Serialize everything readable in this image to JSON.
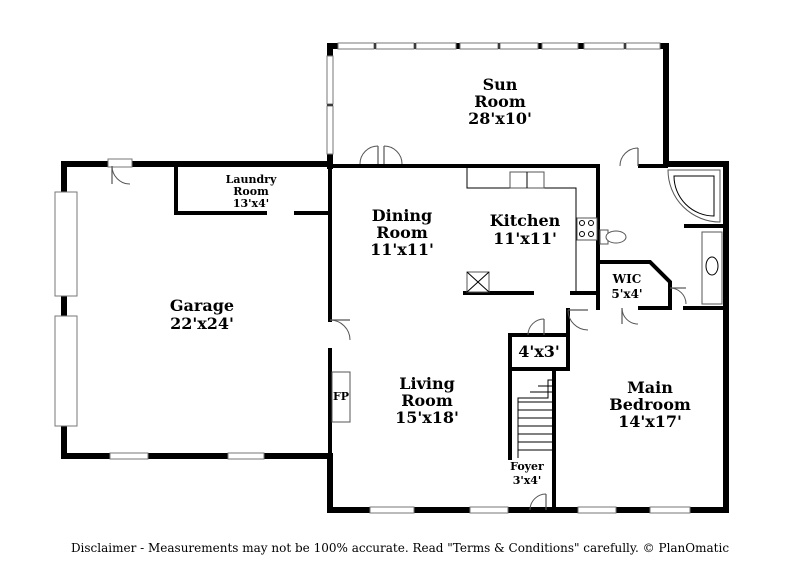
{
  "rooms": {
    "sun_room": {
      "name_l1": "Sun",
      "name_l2": "Room",
      "size": "28'x10'"
    },
    "laundry": {
      "name_l1": "Laundry",
      "name_l2": "Room",
      "size": "13'x4'"
    },
    "dining": {
      "name_l1": "Dining",
      "name_l2": "Room",
      "size": "11'x11'"
    },
    "kitchen": {
      "name": "Kitchen",
      "size": "11'x11'"
    },
    "garage": {
      "name": "Garage",
      "size": "22'x24'"
    },
    "wic": {
      "name": "WIC",
      "size": "5'x4'"
    },
    "closet": {
      "size": "4'x3'"
    },
    "living": {
      "name_l1": "Living",
      "name_l2": "Room",
      "size": "15'x18'"
    },
    "main_bedroom": {
      "name_l1": "Main",
      "name_l2": "Bedroom",
      "size": "14'x17'"
    },
    "foyer": {
      "name": "Foyer",
      "size": "3'x4'"
    }
  },
  "fireplace_label": "FP",
  "disclaimer": "Disclaimer - Measurements may not be 100% accurate. Read \"Terms & Conditions\" carefully. © PlanOmatic"
}
